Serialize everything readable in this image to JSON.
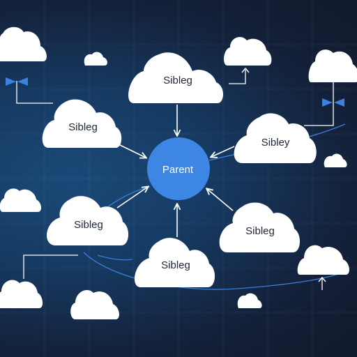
{
  "diagram": {
    "center": {
      "label": "Parent",
      "color": "#3d86e4"
    },
    "nodes": [
      {
        "id": "top",
        "label": "Sibleg"
      },
      {
        "id": "left",
        "label": "Sibleg"
      },
      {
        "id": "right",
        "label": "Sibley"
      },
      {
        "id": "lower-left",
        "label": "Sibleg"
      },
      {
        "id": "bottom",
        "label": "Sibleg"
      },
      {
        "id": "lower-right",
        "label": "Sibleg"
      }
    ],
    "colors": {
      "cloud": "#ffffff",
      "line": "#ffffff",
      "accent": "#3d86e4",
      "orbit": "#3b7fd6"
    }
  }
}
